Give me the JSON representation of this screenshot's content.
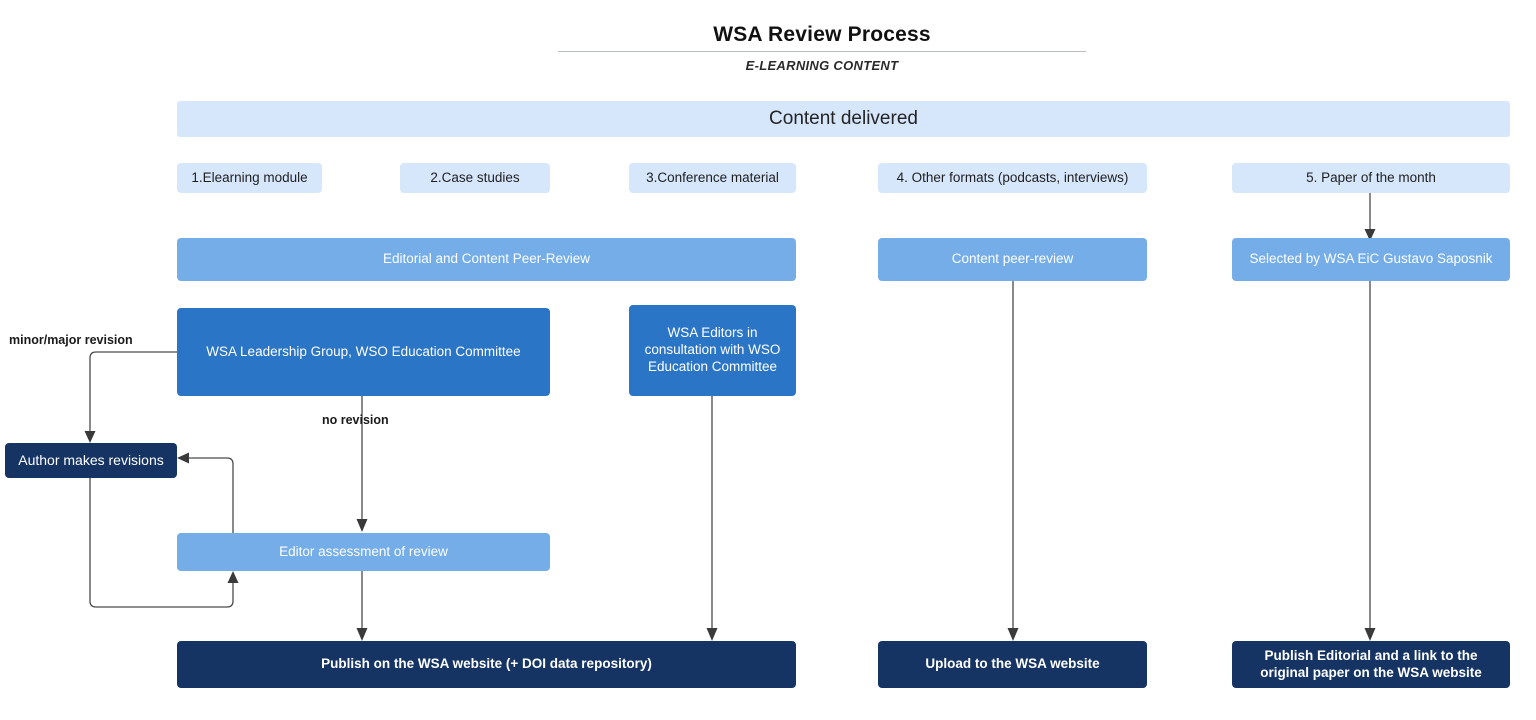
{
  "header": {
    "title": "WSA Review Process",
    "subtitle": "E-LEARNING CONTENT"
  },
  "banner": {
    "label": "Content delivered"
  },
  "colors": {
    "pale_blue": "#d6e6fb",
    "mid_blue": "#74ade8",
    "strong_blue": "#2a75c6",
    "navy": "#153463",
    "connector": "#4a4a4a",
    "title_rule": "#b9bcc4"
  },
  "content_types": [
    {
      "label": "1.Elearning module"
    },
    {
      "label": "2.Case studies"
    },
    {
      "label": "3.Conference material"
    },
    {
      "label": "4. Other formats (podcasts, interviews)"
    },
    {
      "label": "5. Paper of the month"
    }
  ],
  "review_stage": [
    {
      "label": "Editorial and Content Peer-Review"
    },
    {
      "label": "Content peer-review"
    },
    {
      "label": "Selected by WSA EiC Gustavo Saposnik"
    }
  ],
  "decision_bodies": [
    {
      "label": "WSA Leadership Group, WSO Education Committee"
    },
    {
      "label": "WSA Editors in consultation with WSO Education Committee"
    }
  ],
  "revision_loop": {
    "author_box": "Author makes revisions",
    "editor_assessment": "Editor assessment of review",
    "label_revision": "minor/major revision",
    "label_no_revision": "no revision"
  },
  "outcomes": [
    {
      "label": "Publish on the WSA website (+ DOI data repository)"
    },
    {
      "label": "Upload to the WSA website"
    },
    {
      "label": "Publish Editorial and a link to the original paper on the WSA website"
    }
  ]
}
